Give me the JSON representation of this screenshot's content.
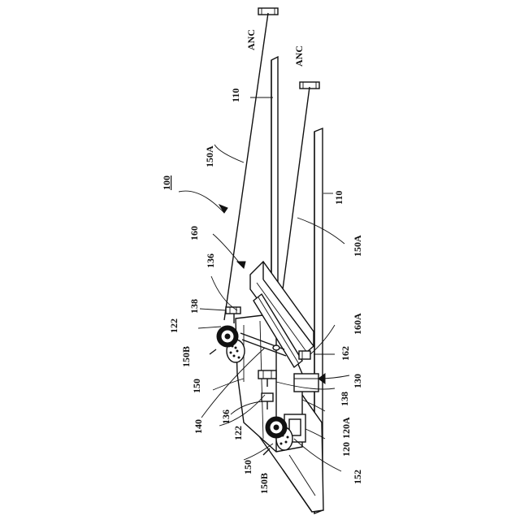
{
  "figure": {
    "labels": {
      "l100": "100",
      "l110_top": "110",
      "l110_right": "110",
      "l150A_left": "150A",
      "l150A_right": "150A",
      "anc_top": "ANC",
      "anc_mid": "ANC",
      "l160": "160",
      "l160A": "160A",
      "l136_top": "136",
      "l136_bottom": "136",
      "l138_top": "138",
      "l138_bottom": "138",
      "l122_top": "122",
      "l122_bottom": "122",
      "l150B_left": "150B",
      "l150B_bottom": "150B",
      "l150_left": "150",
      "l150_bottom": "150",
      "l140": "140",
      "l162": "162",
      "l130": "130",
      "l120A": "120A",
      "l120": "120",
      "l152": "152"
    }
  }
}
